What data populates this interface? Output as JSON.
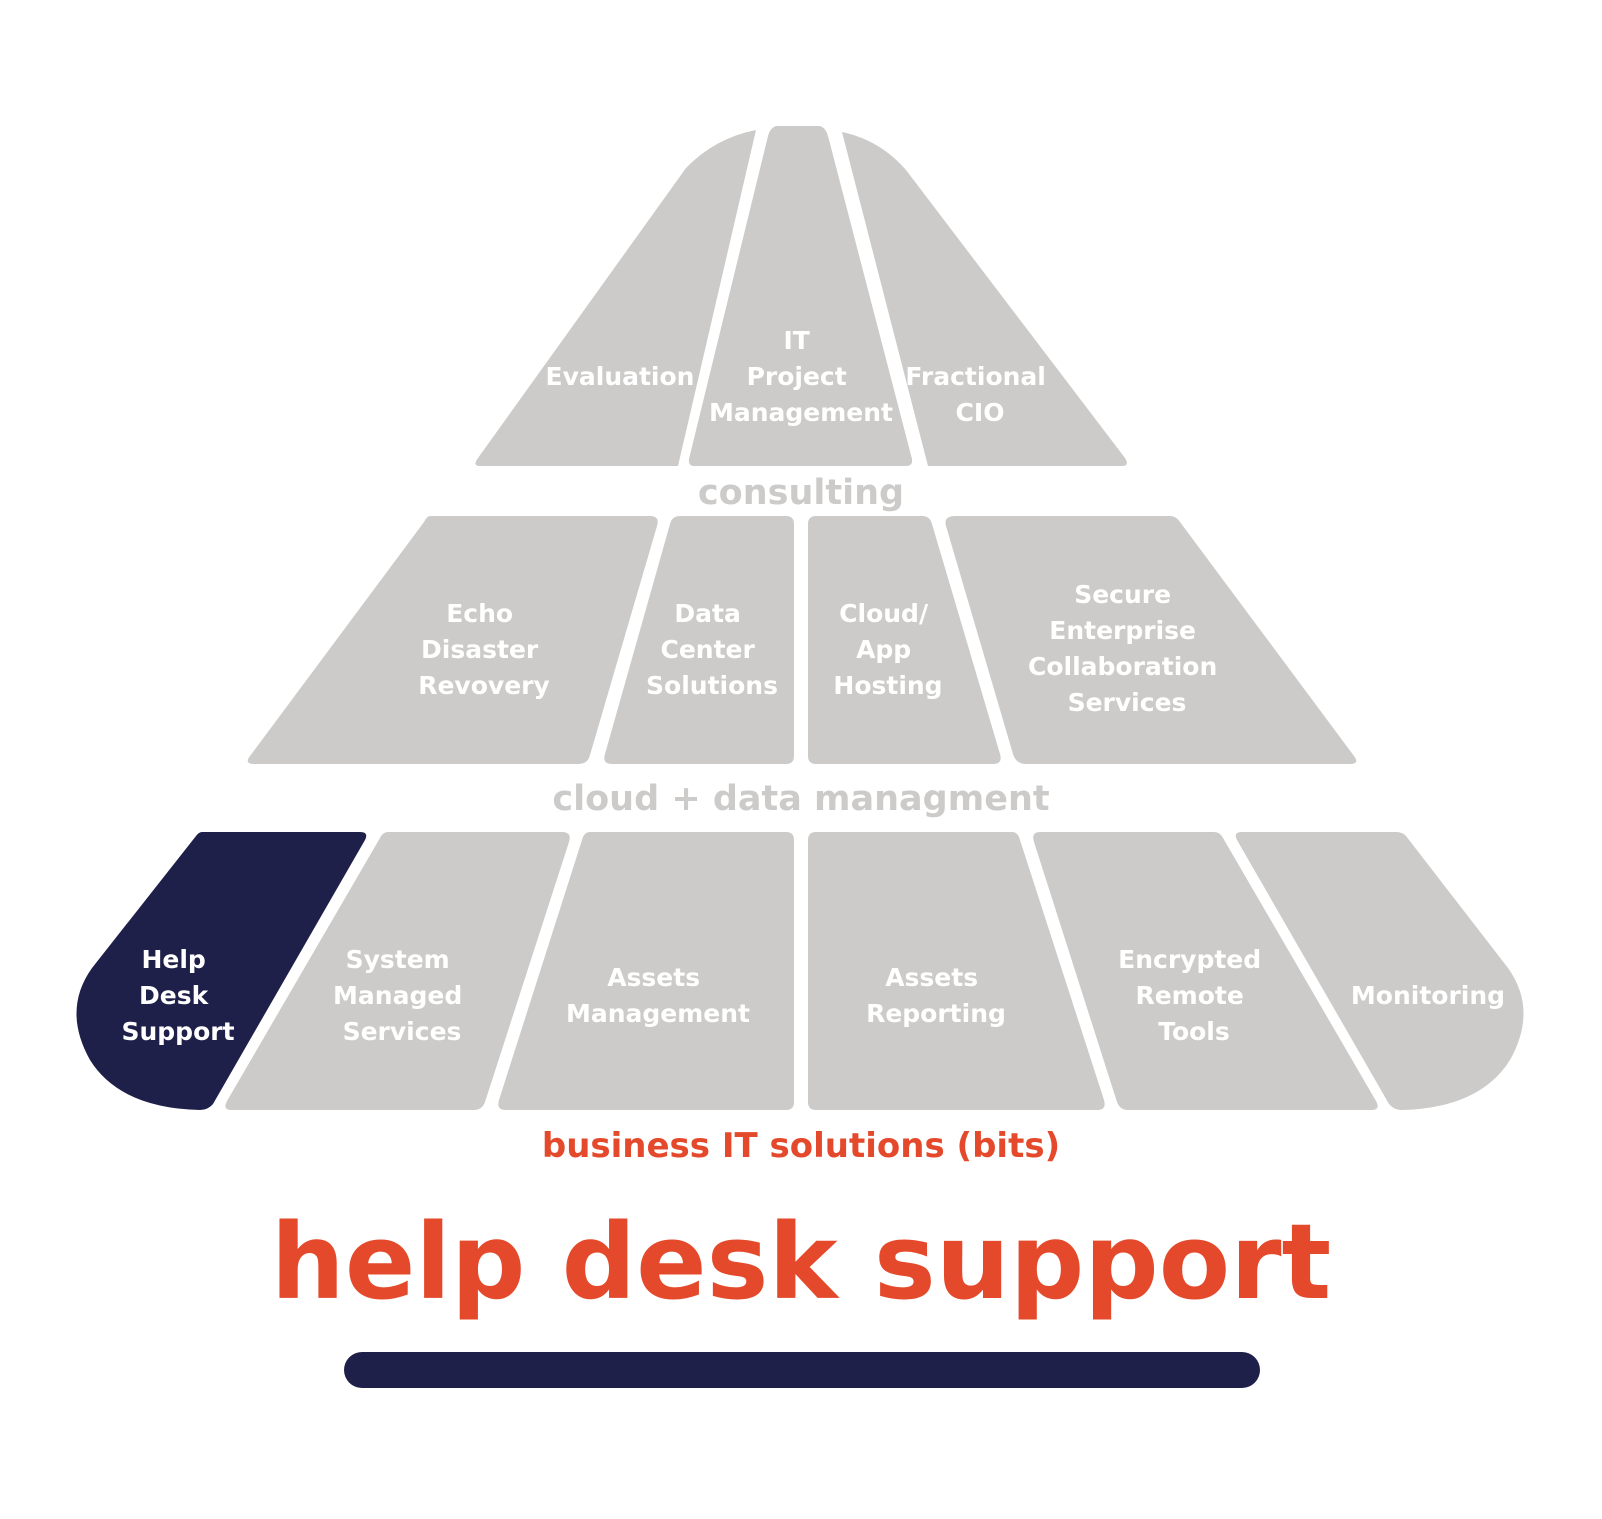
{
  "tiers": [
    {
      "label": "consulting",
      "highlight": false,
      "segments": [
        {
          "lines": [
            "Evaluation"
          ],
          "active": false
        },
        {
          "lines": [
            "IT",
            "Project",
            "Management"
          ],
          "active": false
        },
        {
          "lines": [
            "Fractional",
            "CIO"
          ],
          "active": false
        }
      ]
    },
    {
      "label": "cloud + data managment",
      "highlight": false,
      "segments": [
        {
          "lines": [
            "Echo",
            "Disaster",
            "Revovery"
          ],
          "active": false
        },
        {
          "lines": [
            "Data",
            "Center",
            "Solutions"
          ],
          "active": false
        },
        {
          "lines": [
            "Cloud/",
            "App",
            "Hosting"
          ],
          "active": false
        },
        {
          "lines": [
            "Secure",
            "Enterprise",
            "Collaboration",
            "Services"
          ],
          "active": false
        }
      ]
    },
    {
      "label": "business IT solutions (bits)",
      "highlight": true,
      "segments": [
        {
          "lines": [
            "Help",
            "Desk",
            "Support"
          ],
          "active": true
        },
        {
          "lines": [
            "System",
            "Managed",
            "Services"
          ],
          "active": false
        },
        {
          "lines": [
            "Assets",
            "Management"
          ],
          "active": false
        },
        {
          "lines": [
            "Assets",
            "Reporting"
          ],
          "active": false
        },
        {
          "lines": [
            "Encrypted",
            "Remote",
            "Tools"
          ],
          "active": false
        },
        {
          "lines": [
            "Monitoring"
          ],
          "active": false
        }
      ]
    }
  ],
  "title": "help desk support",
  "colors": {
    "segment": "#cccbc9",
    "active": "#1f2049",
    "accent": "#e5492b"
  }
}
